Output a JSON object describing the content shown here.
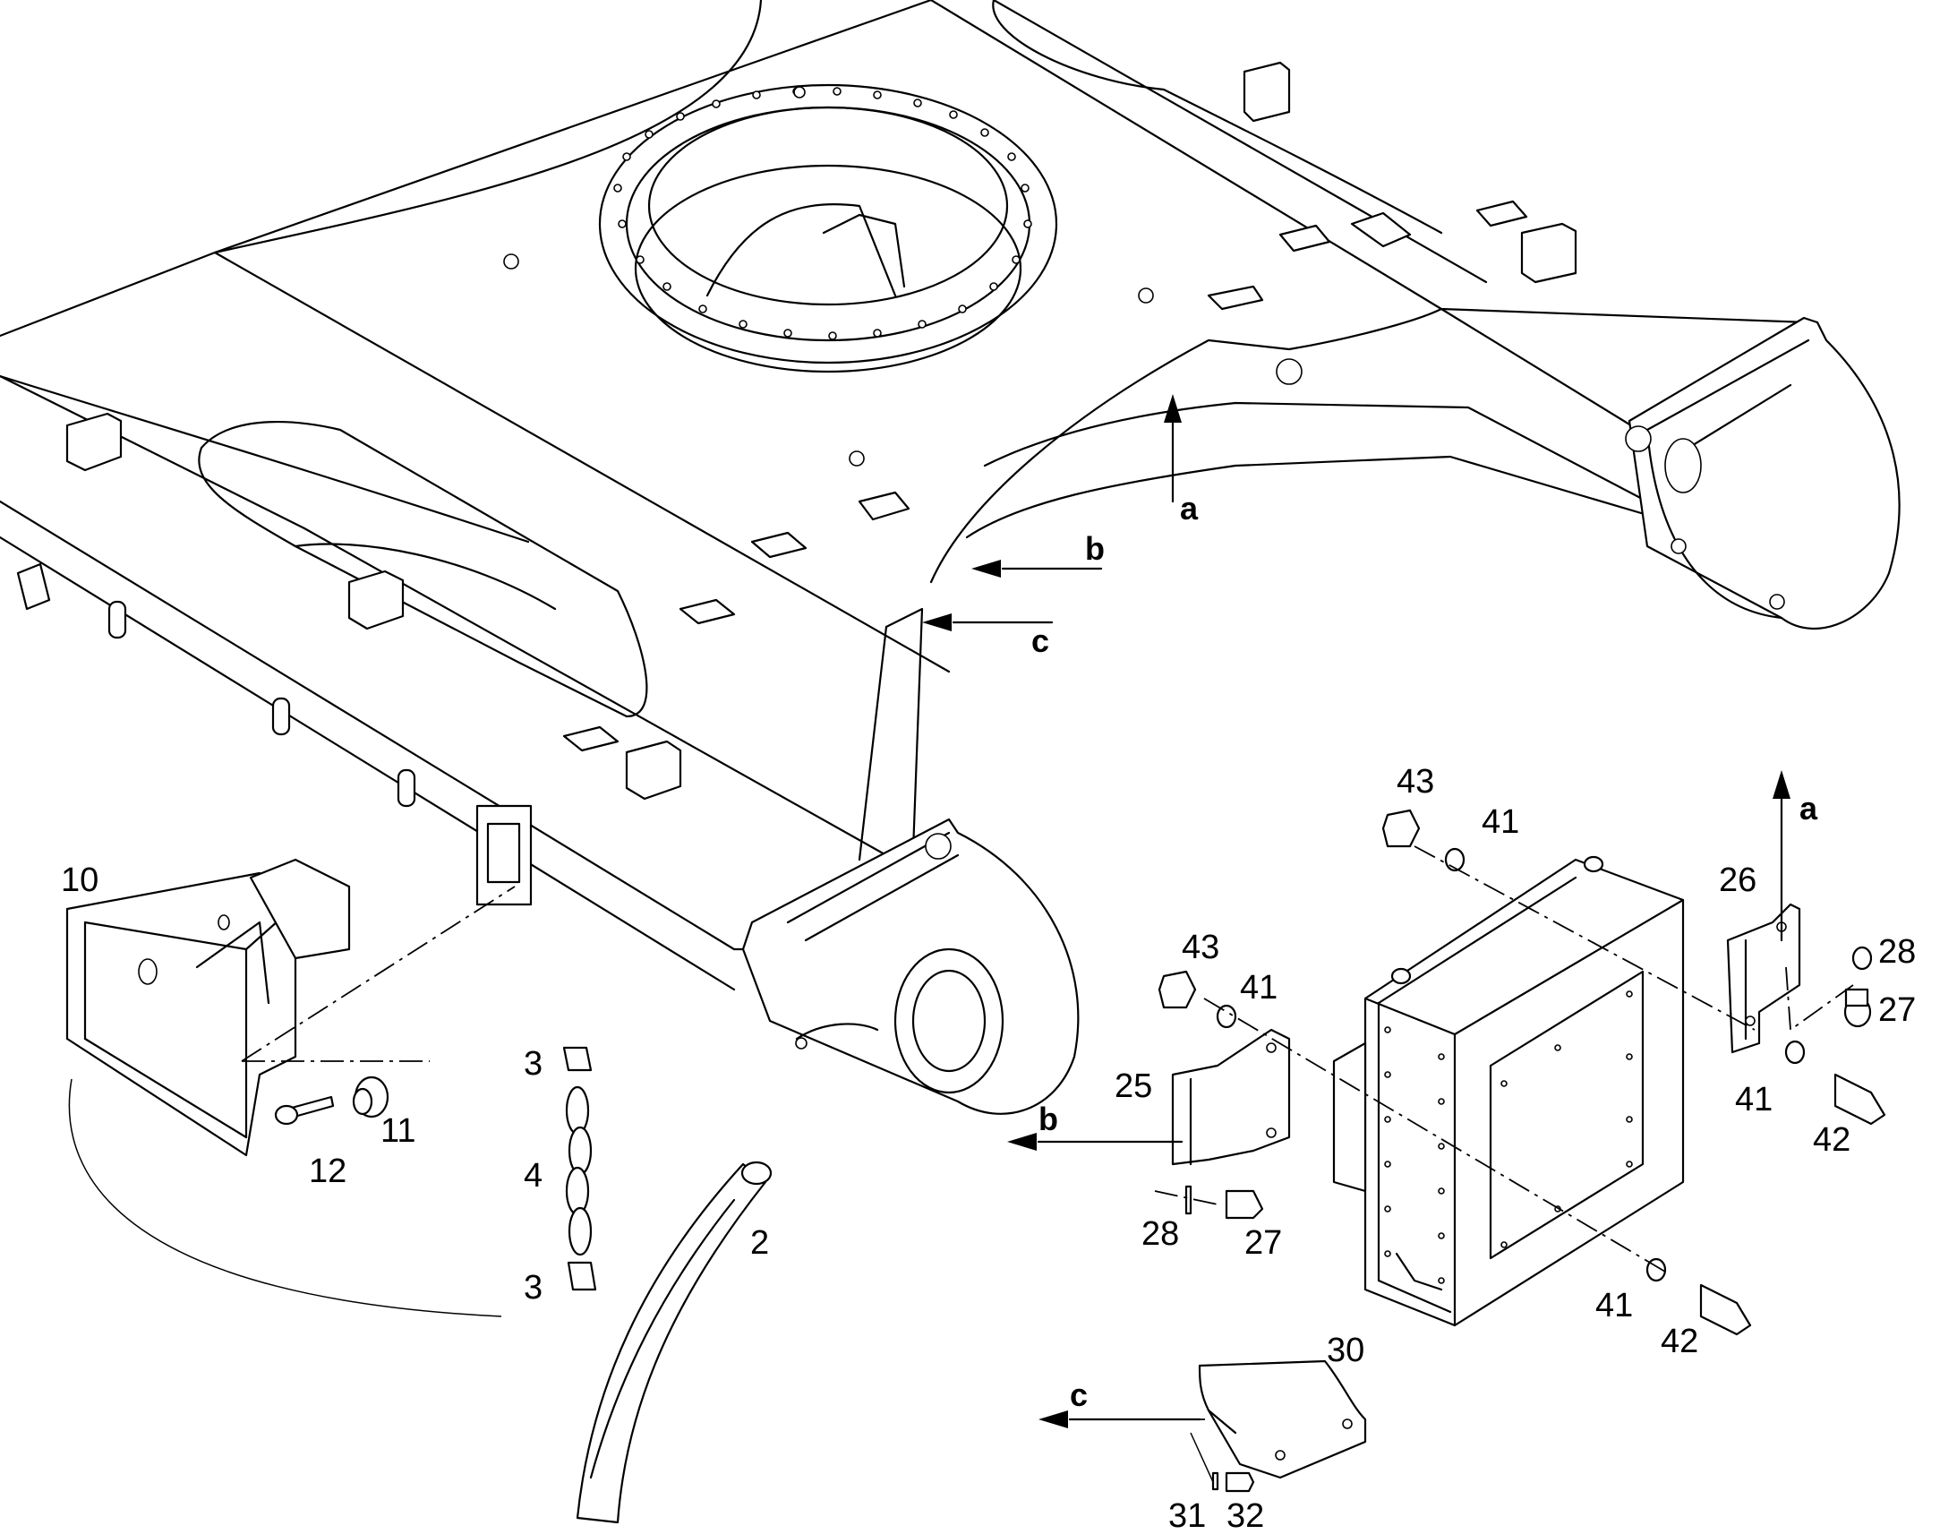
{
  "callouts": {
    "p2": "2",
    "p3a": "3",
    "p3b": "3",
    "p4": "4",
    "p10": "10",
    "p11": "11",
    "p12": "12",
    "p25": "25",
    "p26": "26",
    "p27a": "27",
    "p27b": "27",
    "p28a": "28",
    "p28b": "28",
    "p30": "30",
    "p31": "31",
    "p32": "32",
    "p41a": "41",
    "p41b": "41",
    "p41c": "41",
    "p41d": "41",
    "p42a": "42",
    "p42b": "42",
    "p43a": "43",
    "p43b": "43"
  },
  "refs": {
    "a_frame": "a",
    "b_frame": "b",
    "c_frame": "c",
    "a_part": "a",
    "b_part": "b",
    "c_part": "c"
  }
}
